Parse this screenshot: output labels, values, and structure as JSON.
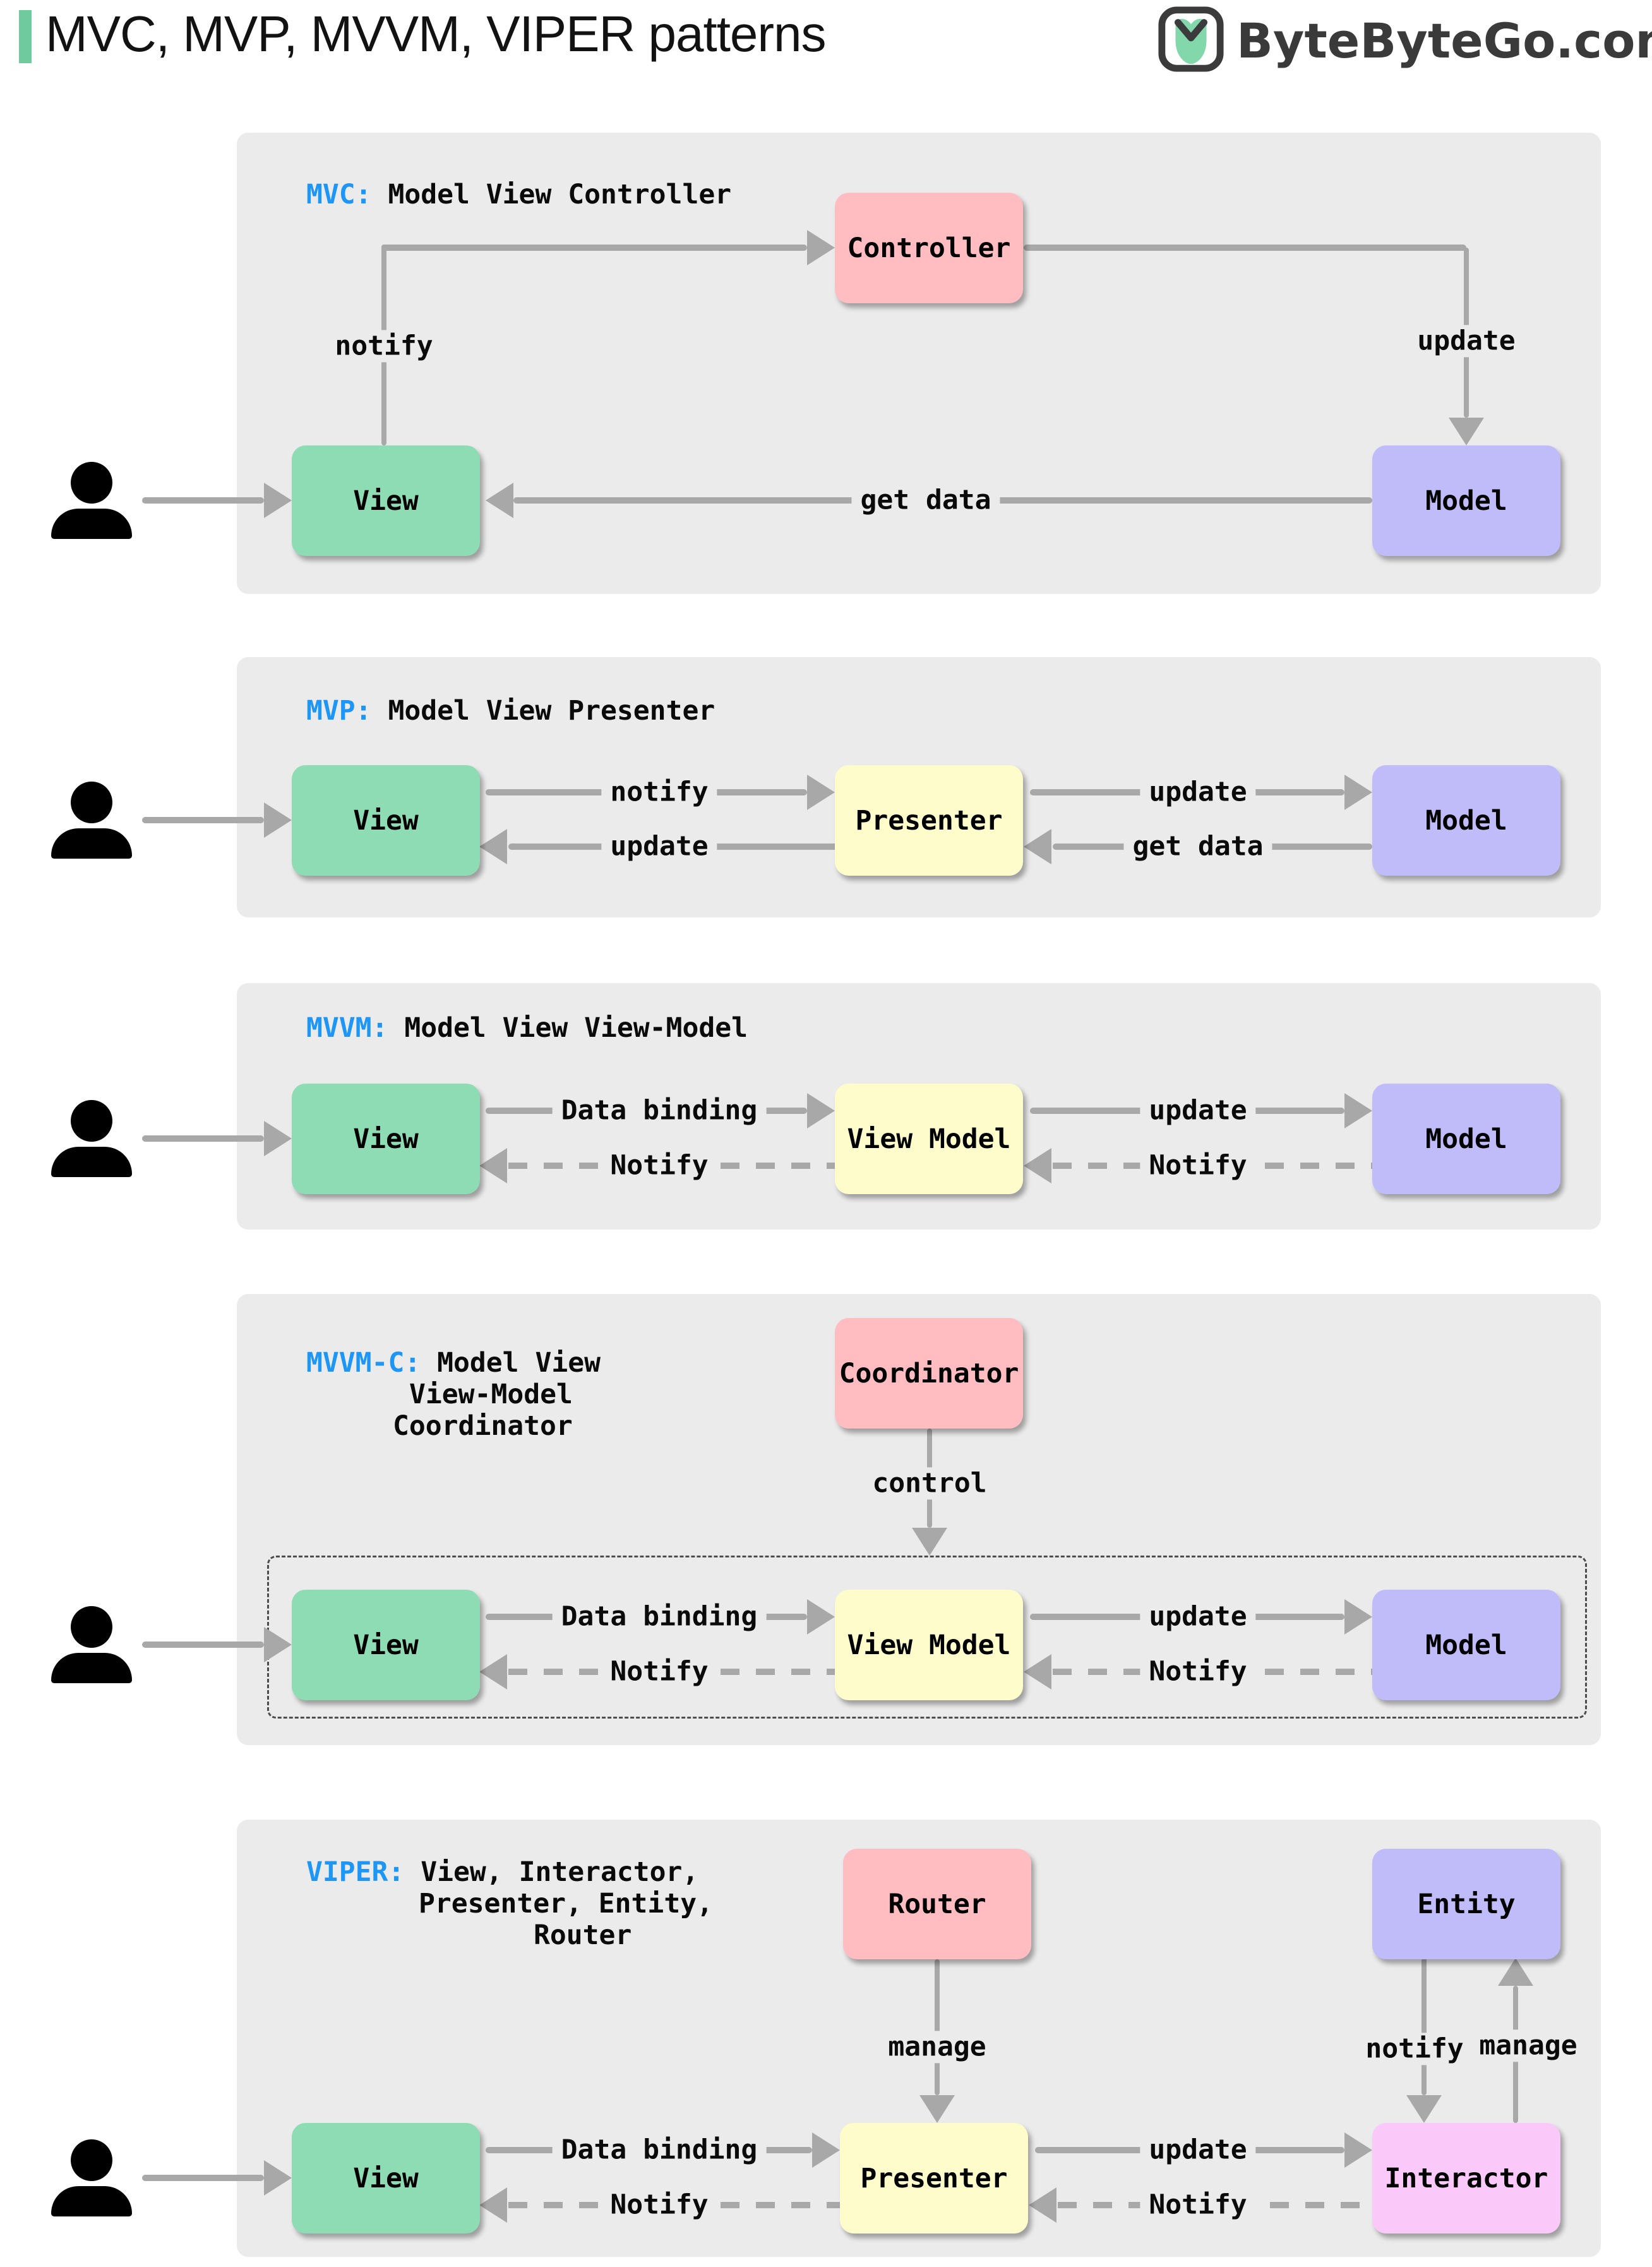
{
  "header": {
    "title": "MVC, MVP, MVVM, VIPER patterns",
    "brand": "ByteByteGo.com"
  },
  "colors": {
    "accent_green": "#6fcb9d",
    "box_green": "#8ddcb4",
    "box_pink": "#ffbdc1",
    "box_purple": "#c0bbf9",
    "box_yellow": "#fdfcca",
    "box_magenta": "#fac9fa",
    "arrow_gray": "#a8a8a8",
    "panel_bg": "#ebebeb",
    "acronym_blue": "#1d96f5"
  },
  "panels": {
    "mvc": {
      "acronym": "MVC:",
      "subtitle": "Model View Controller",
      "boxes": {
        "controller": "Controller",
        "view": "View",
        "model": "Model"
      },
      "labels": {
        "notify": "notify",
        "update": "update",
        "get_data": "get data"
      }
    },
    "mvp": {
      "acronym": "MVP:",
      "subtitle": "Model View Presenter",
      "boxes": {
        "view": "View",
        "presenter": "Presenter",
        "model": "Model"
      },
      "labels": {
        "notify": "notify",
        "update_to_view": "update",
        "update_to_model": "update",
        "get_data": "get data"
      }
    },
    "mvvm": {
      "acronym": "MVVM:",
      "subtitle": "Model View View-Model",
      "boxes": {
        "view": "View",
        "view_model": "View Model",
        "model": "Model"
      },
      "labels": {
        "data_binding": "Data binding",
        "notify_view": "Notify",
        "update": "update",
        "notify_vm": "Notify"
      }
    },
    "mvvmc": {
      "acronym": "MVVM-C:",
      "subtitle_lines": [
        "Model View",
        "View-Model",
        "Coordinator"
      ],
      "boxes": {
        "coordinator": "Coordinator",
        "view": "View",
        "view_model": "View Model",
        "model": "Model"
      },
      "labels": {
        "control": "control",
        "data_binding": "Data binding",
        "notify_view": "Notify",
        "update": "update",
        "notify_vm": "Notify"
      }
    },
    "viper": {
      "acronym": "VIPER:",
      "subtitle_lines": [
        "View, Interactor,",
        "Presenter, Entity,",
        "Router"
      ],
      "boxes": {
        "router": "Router",
        "entity": "Entity",
        "view": "View",
        "presenter": "Presenter",
        "interactor": "Interactor"
      },
      "labels": {
        "manage_router": "manage",
        "notify_entity": "notify",
        "manage_entity": "manage",
        "data_binding": "Data binding",
        "notify_view": "Notify",
        "update": "update",
        "notify_presenter": "Notify"
      }
    }
  }
}
